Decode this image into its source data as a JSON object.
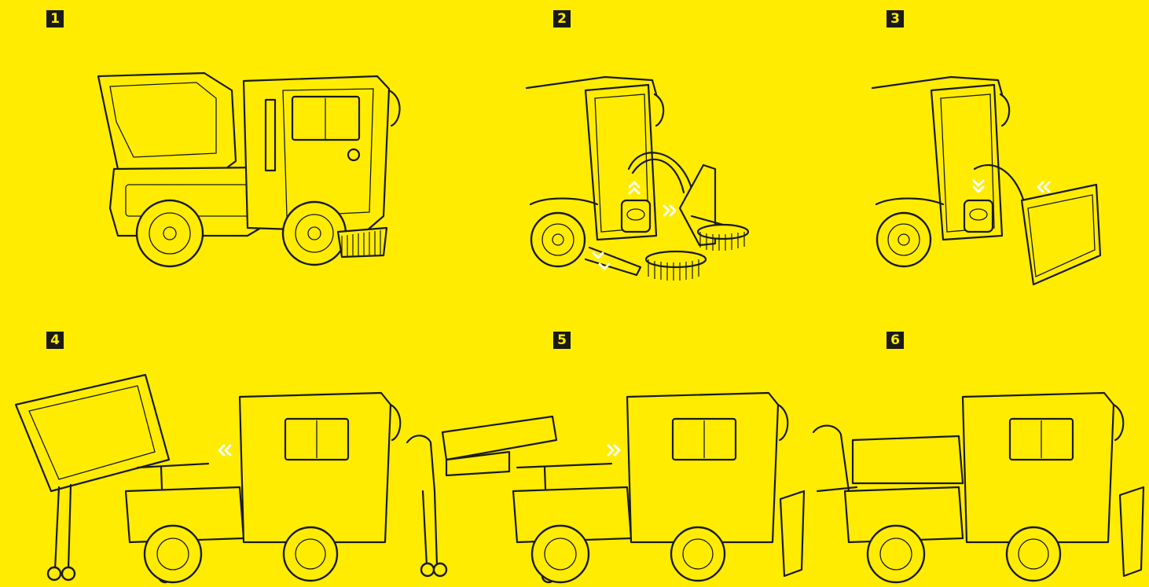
{
  "steps": [
    {
      "number": "1"
    },
    {
      "number": "2"
    },
    {
      "number": "3"
    },
    {
      "number": "4"
    },
    {
      "number": "5"
    },
    {
      "number": "6"
    }
  ],
  "colors": {
    "background": "#ffec00",
    "line": "#1a1a1a",
    "badge": "#1a1a1a",
    "arrow": "#ffffff"
  },
  "icons": [
    "sweeper-vehicle-illustration",
    "double-chevron-arrow-icon",
    "hydraulic-coupling-icon",
    "snow-plough-blade",
    "sweeper-brush"
  ]
}
